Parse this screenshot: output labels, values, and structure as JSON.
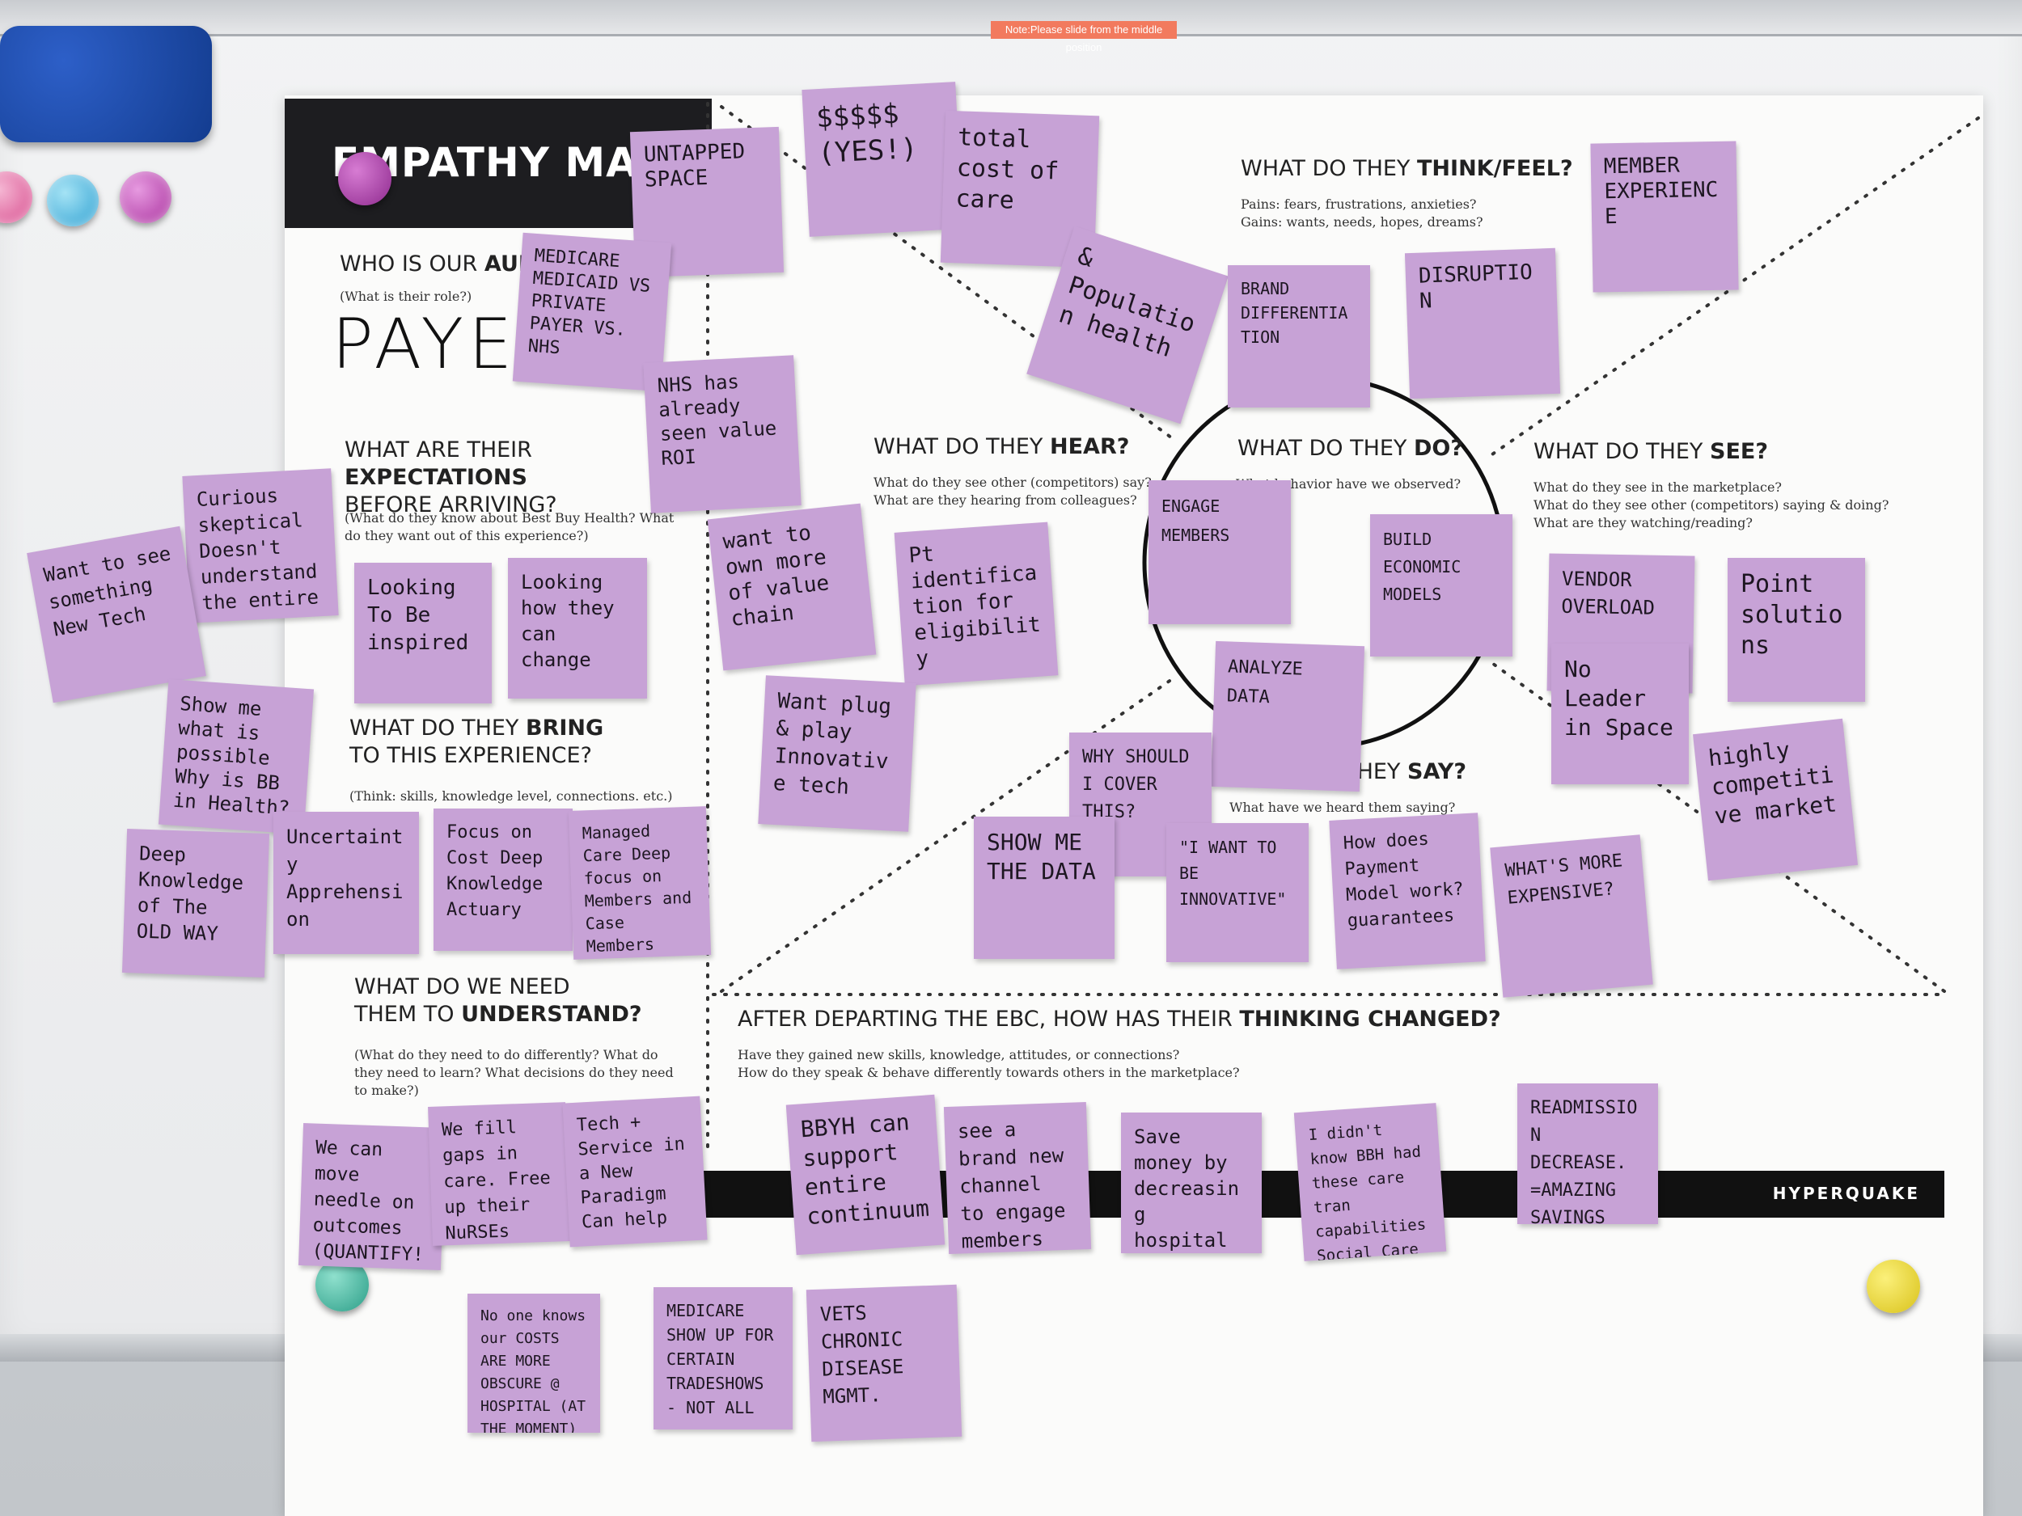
{
  "board": {
    "notice": "Note:Please slide from the middle position"
  },
  "poster": {
    "title": "EMPATHY MAP",
    "brand": "HYPERQUAKE",
    "audience_handwritten": "PAYER",
    "sections": {
      "audience": {
        "title_a": "WHO IS OUR ",
        "title_b": "AUDIENCE",
        "sub": "(What is their role?)"
      },
      "expectations": {
        "title_a": "WHAT ARE THEIR ",
        "title_b": "EXPECTATIONS",
        "title_c": "BEFORE ARRIVING?",
        "sub": "(What do they know about Best Buy Health? What do they want out of this experience?)"
      },
      "bring": {
        "title_a": "WHAT DO THEY ",
        "title_b": "BRING",
        "title_c": "TO THIS EXPERIENCE?",
        "sub": "(Think: skills, knowledge level, connections. etc.)"
      },
      "understand": {
        "title_a": "WHAT DO WE NEED",
        "title_b": "THEM TO ",
        "title_c": "UNDERSTAND?",
        "sub": "(What do they need to do differently? What do they need to learn? What decisions do they need to make?)"
      },
      "think": {
        "title_a": "WHAT DO THEY ",
        "title_b": "THINK/FEEL?",
        "sub_a": "Pains: fears, frustrations, anxieties?",
        "sub_b": "Gains: wants, needs, hopes, dreams?"
      },
      "hear": {
        "title_a": "WHAT DO THEY ",
        "title_b": "HEAR?",
        "sub_a": "What do they see other (competitors) say?",
        "sub_b": "What are they hearing from colleagues?"
      },
      "do": {
        "title_a": "WHAT DO THEY ",
        "title_b": "DO?",
        "sub": "What behavior have we observed?"
      },
      "see": {
        "title_a": "WHAT DO THEY ",
        "title_b": "SEE?",
        "sub_a": "What do they see in the marketplace?",
        "sub_b": "What do they see other (competitors) saying & doing?",
        "sub_c": "What are they watching/reading?"
      },
      "say": {
        "title_a": "WHAT DO THEY ",
        "title_b": "SAY?",
        "sub": "What have we heard them saying?"
      },
      "after": {
        "title_a": "AFTER DEPARTING THE EBC, HOW HAS THEIR ",
        "title_b": "THINKING CHANGED?",
        "sub_a": "Have they gained new skills, knowledge, attitudes, or connections?",
        "sub_b": "How do they speak & behave differently towards others in the marketplace?"
      }
    }
  },
  "notes": {
    "untapped": "UNTAPPED SPACE",
    "dollars": "$$$$$ (YES!)",
    "total_cost": "total cost of care",
    "pop_health": "& Population health",
    "member_exp": "MEMBER EXPERIENCE",
    "brand_diff": "BRAND DIFFERENTIATION",
    "disruption": "DISRUPTION",
    "medicare": "MEDICARE MEDICAID VS PRIVATE PAYER VS. NHS",
    "nhs": "NHS has already seen value ROI",
    "curious": "Curious skeptical Doesn't understand the entire scope",
    "want_new": "Want to see something New Tech",
    "inspired": "Looking To Be inspired",
    "change": "Looking how they can change",
    "own_value": "want to own more of value chain",
    "pt_ident": "Pt identification for eligibility",
    "engage": "ENGAGE MEMBERS",
    "econ": "BUILD ECONOMIC MODELS",
    "analyze": "ANALYZE DATA",
    "vendor": "VENDOR OVERLOAD",
    "point": "Point solutions",
    "no_leader": "No Leader in Space",
    "competitive": "highly competitive market",
    "show_possible": "Show me what is possible Why is BB in Health?",
    "plug": "Want plug & play Innovative tech",
    "why_cover": "WHY SHOULD I COVER THIS?",
    "show_data": "SHOW ME THE DATA",
    "innovative": "\"I WANT TO BE INNOVATIVE\"",
    "payment": "How does Payment Model work? guarantees",
    "expensive": "WHAT'S MORE EXPENSIVE?",
    "deep_old": "Deep Knowledge of The OLD WAY",
    "uncertainty": "Uncertainty Apprehension",
    "focus_cost": "Focus on Cost Deep Knowledge Actuary",
    "managed": "Managed Care Deep focus on Members and Case Members",
    "needle": "We can move needle on outcomes (QUANTIFY!)",
    "fill_gaps": "We fill gaps in care. Free up their NuRSEs",
    "tech_service": "Tech + Service in a New Paradigm Can help",
    "bbyh": "BBYH can support entire continuum",
    "channel": "see a brand new channel to engage members",
    "save_money": "Save money by decreasing hospital stays/ Rehab",
    "didnt_know": "I didn't know BBH had these care tran capabilities Social Care",
    "readmission": "READMISSION DECREASE. =AMAZING SAVINGS",
    "costs_obscure": "No one knows our COSTS ARE MORE OBSCURE @ HOSPITAL (AT THE MOMENT)",
    "tradeshows": "MEDICARE SHOW UP FOR CERTAIN TRADESHOWS - NOT ALL",
    "vets": "VETS CHRONIC DISEASE MGMT."
  },
  "colors": {
    "sticky": "#c7a2d6",
    "poster": "#fbfbfa",
    "header": "#1d1d20",
    "eraser": "#1d4ba8"
  }
}
